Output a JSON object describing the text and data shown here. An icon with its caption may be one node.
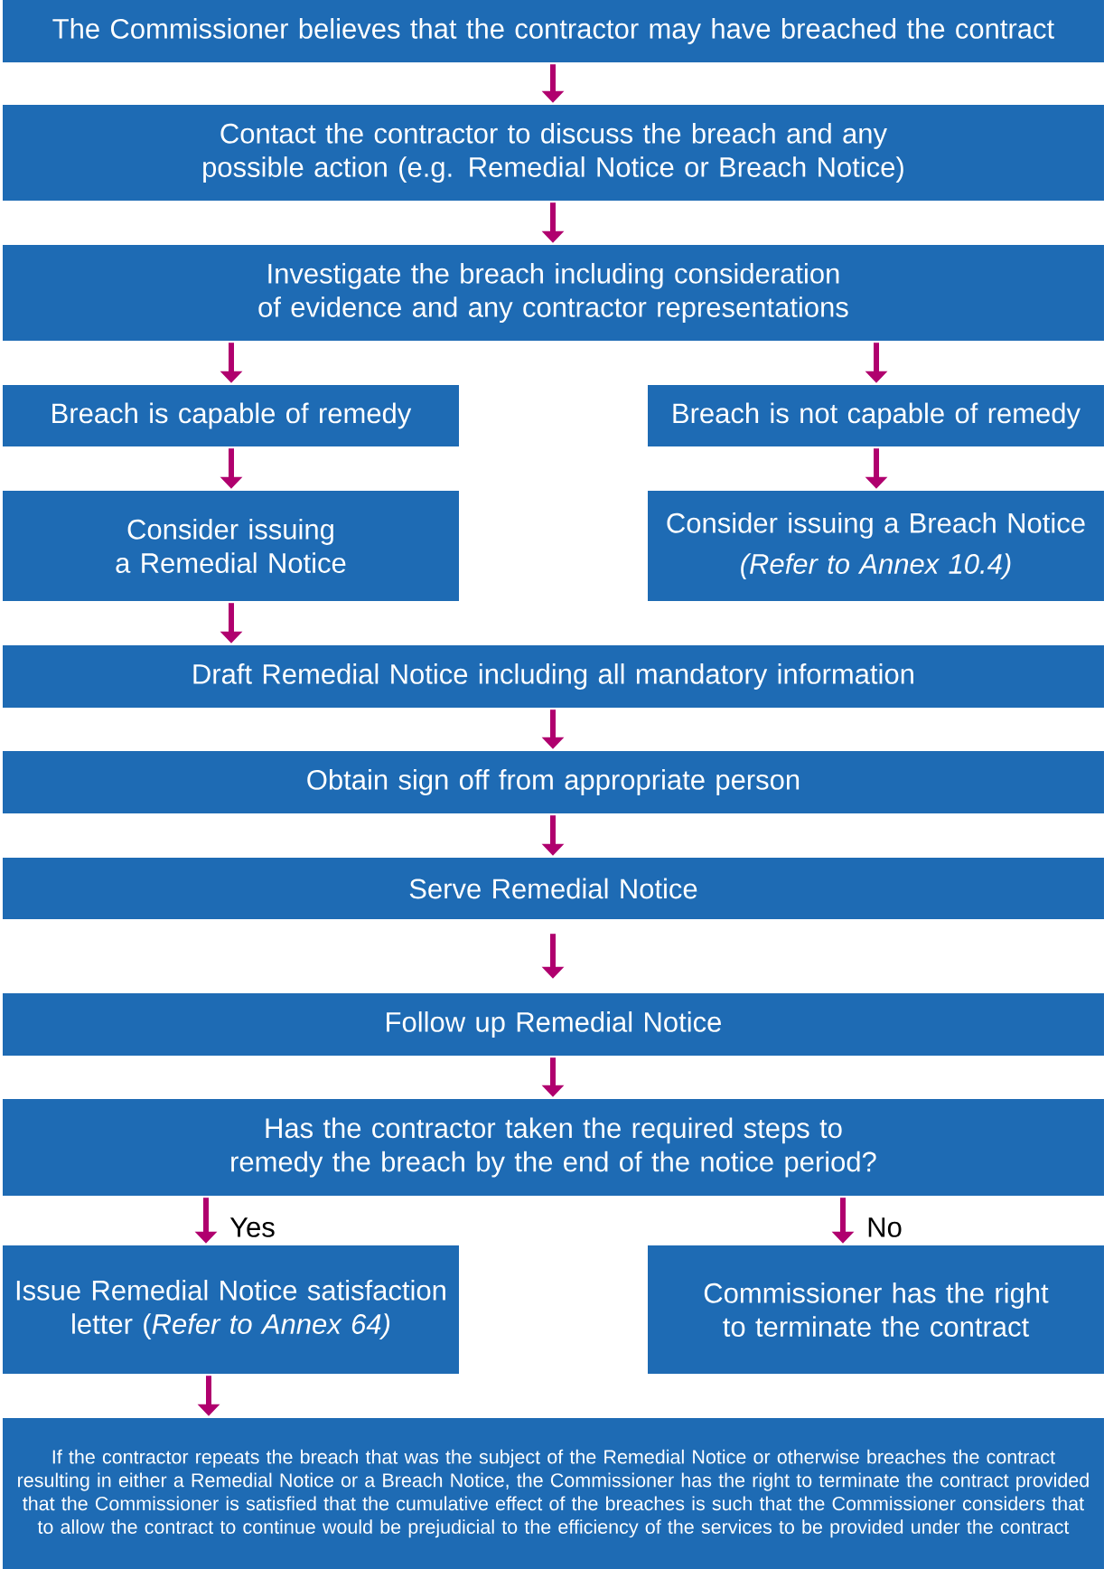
{
  "diagram": {
    "nodes": [
      {
        "text": [
          "The Commissioner believes that the contractor may have breached the contract"
        ]
      },
      {
        "text": [
          "Contact the contractor to discuss the breach and any possible action (e.g. Remedial Notice or Breach Notice)"
        ]
      },
      {
        "text": [
          "Investigate the breach including consideration of evidence and any contractor representations"
        ]
      },
      {
        "text": [
          "Breach is capable of remedy"
        ]
      },
      {
        "text": [
          "Breach is not capable of remedy"
        ]
      },
      {
        "text": [
          "Consider issuing a Remedial Notice"
        ]
      },
      {
        "text": [
          "Consider issuing a Breach Notice",
          "(Refer to Annex 10.4)"
        ]
      },
      {
        "text": [
          "Draft Remedial Notice including all mandatory information"
        ]
      },
      {
        "text": [
          "Obtain sign off from appropriate person"
        ]
      },
      {
        "text": [
          "Serve Remedial Notice"
        ]
      },
      {
        "text": [
          "Follow up Remedial Notice"
        ]
      },
      {
        "text": [
          "Has the contractor taken the required steps to remedy the breach by the end of the notice period?"
        ]
      },
      {
        "text": [
          "Issue Remedial Notice satisfaction letter (*Refer to Annex 64)*"
        ]
      },
      {
        "text": [
          "Commissioner has the right to terminate the contract"
        ]
      },
      {
        "text": [
          "If the contractor repeats the breach that was the subject of the Remedial Notice or otherwise breaches the contract resulting in either a Remedial Notice or a Breach Notice, the Commissioner has the right to terminate the contract provided that the Commissioner is satisfied that the cumulative effect of the breaches is such that the Commissioner considers that to allow the contract to continue would be prejudicial to the efficiency of the services to be provided under the contract"
        ]
      }
    ],
    "edges": [
      {
        "from": 0,
        "to": 1,
        "arrow": "to"
      },
      {
        "from": 1,
        "to": 2,
        "arrow": "to"
      },
      {
        "from": 2,
        "to": 3,
        "arrow": "to"
      },
      {
        "from": 2,
        "to": 4,
        "arrow": "to"
      },
      {
        "from": 3,
        "to": 5,
        "arrow": "to"
      },
      {
        "from": 4,
        "to": 6,
        "arrow": "to"
      },
      {
        "from": 5,
        "to": 7,
        "arrow": "to"
      },
      {
        "from": 7,
        "to": 8,
        "arrow": "to"
      },
      {
        "from": 8,
        "to": 9,
        "arrow": "to"
      },
      {
        "from": 9,
        "to": 10,
        "arrow": "to"
      },
      {
        "from": 10,
        "to": 11,
        "arrow": "to"
      },
      {
        "from": 11,
        "to": 12,
        "arrow": "to",
        "label": "Yes"
      },
      {
        "from": 11,
        "to": 13,
        "arrow": "to",
        "label": "No"
      },
      {
        "from": 12,
        "to": 14,
        "arrow": "to"
      }
    ]
  }
}
